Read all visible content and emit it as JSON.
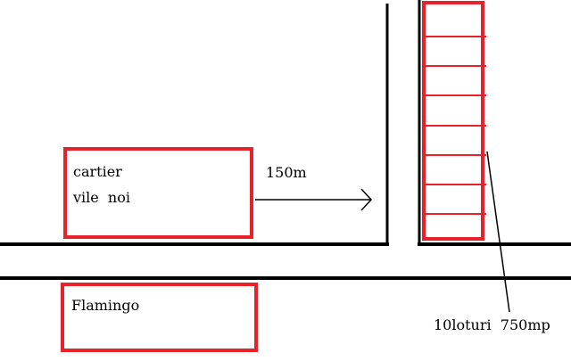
{
  "colors": {
    "box": "#e8222a",
    "line": "#000000",
    "background": "#ffffff"
  },
  "labels": {
    "cartier_line1": "cartier",
    "cartier_line2": "vile  noi",
    "distance": "150m",
    "flamingo": "Flamingo",
    "lots": "10loturi  750mp"
  },
  "lots_strip": {
    "lot_count": 8
  }
}
